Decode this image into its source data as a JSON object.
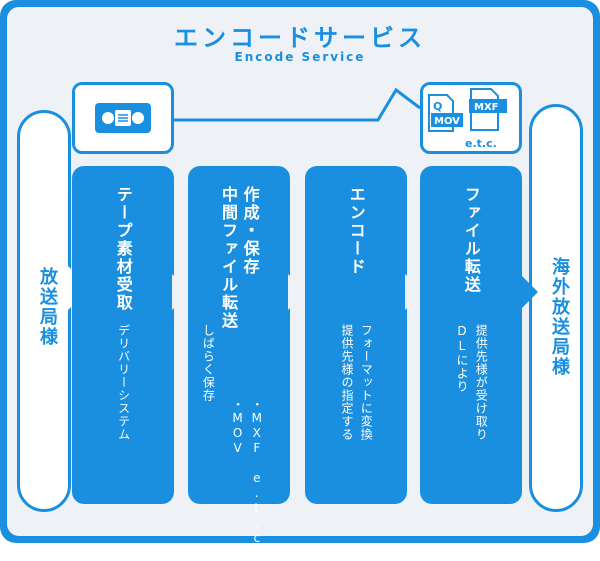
{
  "title": "エンコードサービス",
  "subtitle": "Encode Service",
  "left_label": "放送局様",
  "right_label": "海外放送局様",
  "files": {
    "q": "Q",
    "mov": "MOV",
    "mxf": "MXF",
    "etc": "e.t.c."
  },
  "columns": [
    {
      "heading": "テープ素材受取",
      "body": [
        "デリバリーシステム"
      ]
    },
    {
      "heading_lines": [
        "中間ファイル転送",
        "作成・保存"
      ],
      "body": [
        "しばらく保存"
      ],
      "list": [
        "・MOV",
        "・MXF e.t.c."
      ]
    },
    {
      "heading": "エンコード",
      "body": [
        "提供先様の指定する",
        "フォーマットに変換"
      ]
    },
    {
      "heading": "ファイル転送",
      "body": [
        "DLにより",
        "提供先様が受け取り"
      ]
    }
  ],
  "colors": {
    "accent": "#1a8fe0",
    "background": "#eef2f6"
  },
  "icons": {
    "tape": "vhs-tape-icon",
    "file": "document-file-icon"
  }
}
